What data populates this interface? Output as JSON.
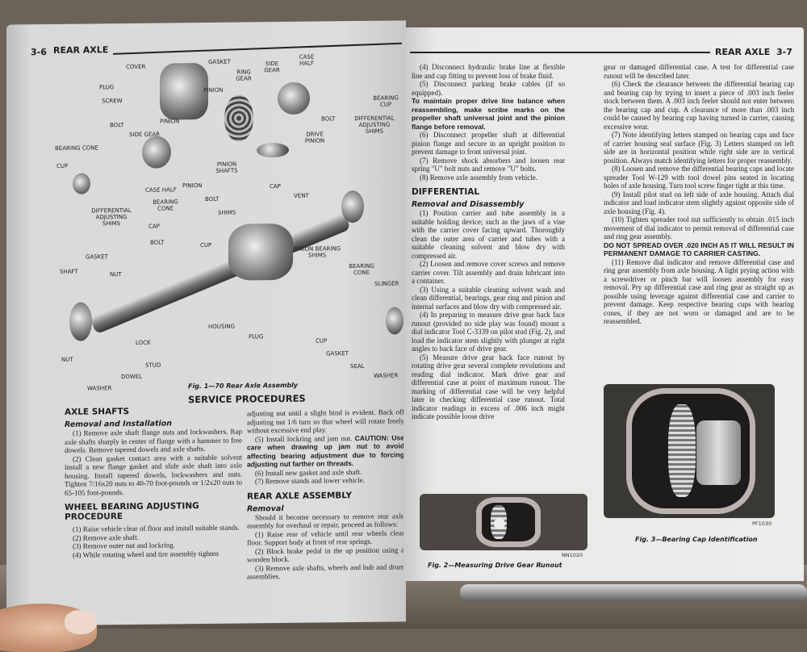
{
  "left_page": {
    "page_number": "3-6",
    "running_head": "REAR AXLE",
    "figure_caption": "Fig. 1—70 Rear Axle Assembly",
    "diagram_labels": [
      "COVER",
      "GASKET",
      "PLUG",
      "SCREW",
      "RING GEAR",
      "SIDE GEAR",
      "CASE HALF",
      "PINION",
      "PINION",
      "BOLT",
      "SIDE GEAR",
      "BEARING CONE",
      "CUP",
      "DRIVE PINION",
      "BOLT",
      "DIFFERENTIAL ADJUSTING SHIMS",
      "PINION SHAFTS",
      "PINION",
      "CASE HALF",
      "DIFFERENTIAL ADJUSTING SHIMS",
      "BEARING CONE",
      "BOLT",
      "CAP",
      "VENT",
      "SHIMS",
      "CAP",
      "BOLT",
      "CUP",
      "GASKET",
      "SHAFT",
      "NUT",
      "PINION BEARING SHIMS",
      "BEARING CONE",
      "SLINGER",
      "HOUSING",
      "PLUG",
      "CUP",
      "LOCK",
      "NUT",
      "STUD",
      "DOWEL",
      "WASHER",
      "GASKET",
      "SEAL",
      "WASHER",
      "BEARING CUP"
    ],
    "section_title": "SERVICE PROCEDURES",
    "col1": {
      "h_axle": "AXLE SHAFTS",
      "h_removal": "Removal and Installation",
      "p1": "(1) Remove axle shaft flange nuts and lockwashers. Rap axle shafts sharply in center of flange with a hammer to free dowels. Remove tapered dowels and axle shafts.",
      "p2": "(2) Clean gasket contact area with a suitable solvent install a new flange gasket and slide axle shaft into axle housing. Install tapered dowels, lockwashers and nuts. Tighten 7/16x20 nuts to 40-70 foot-pounds or 1/2x20 nuts to 65-105 foot-pounds.",
      "h_wheel": "WHEEL BEARING ADJUSTING PROCEDURE",
      "w1": "(1) Raise vehicle clear of floor and install suitable stands.",
      "w2": "(2) Remove axle shaft.",
      "w3": "(3) Remove outer nut and lockring.",
      "w4": "(4) While rotating wheel and tire assembly tighten"
    },
    "col2": {
      "p_cont": "adjusting nut until a slight bind is evident. Back off adjusting nut 1/6 turn so that wheel will rotate freely without excessive end play.",
      "p5": "(5) Install lockring and jam nut.",
      "caution": "CAUTION: Use care when drawing up jam nut to avoid affecting bearing adjustment due to forcing adjusting nut farther on threads.",
      "p6": "(6) Install new gasket and axle shaft.",
      "p7": "(7) Remove stands and lower vehicle.",
      "h_rear": "REAR AXLE ASSEMBLY",
      "h_removal": "Removal",
      "intro": "Should it become necessary to remove rear axle assembly for overhaul or repair, proceed as follows:",
      "r1": "(1) Raise rear of vehicle until rear wheels clear floor. Support body at front of rear springs.",
      "r2": "(2) Block brake pedal in the up position using a wooden block.",
      "r3": "(3) Remove axle shafts, wheels and hub and drum assemblies."
    }
  },
  "right_page": {
    "running_head": "REAR AXLE",
    "page_number": "3-7",
    "col1": {
      "p4": "(4) Disconnect hydraulic brake line at flexible line and cap fitting to prevent loss of brake fluid.",
      "p5": "(5) Disconnect parking brake cables (if so equipped).",
      "bold": "To maintain proper drive line balance when reassembling, make scribe marks on the propeller shaft universal joint and the pinion flange before removal.",
      "p6": "(6) Disconnect propeller shaft at differential pinion flange and secure in an upright position to prevent damage to front universal joint.",
      "p7": "(7) Remove shock absorbers and loosen rear spring \"U\" bolt nuts and remove \"U\" bolts.",
      "p8": "(8) Remove axle assembly from vehicle.",
      "h_diff": "DIFFERENTIAL",
      "h_removal": "Removal and Disassembly",
      "d1": "(1) Position carrier and tube assembly in a suitable holding device; such as the jaws of a vise with the carrier cover facing upward. Thoroughly clean the outer area of carrier and tubes with a suitable cleaning solvent and blow dry with compressed air.",
      "d2": "(2) Loosen and remove cover screws and remove carrier cover. Tilt assembly and drain lubricant into a container.",
      "d3": "(3) Using a suitable cleaning solvent wash and clean differential, bearings, gear ring and pinion and internal surfaces and blow dry with compressed air.",
      "d4": "(4) In preparing to measure drive gear back face runout (provided no side play was found) mount a dial indicator Tool C-3339 on pilot stud (Fig. 2), and load the indicator stem slightly with plunger at right angles to back face of drive gear.",
      "d5": "(5) Measure drive gear back face runout by rotating drive gear several complete revolutions and reading dial indicator. Mark drive gear and differential case at point of maximum runout. The marking of differential case will be very helpful later in checking differential case runout. Total indicator readings in excess of .006 inch might indicate possible loose drive"
    },
    "col2": {
      "cont": "gear or damaged differential case. A test for differential case runout will be described later.",
      "d6": "(6) Check the clearance between the differential bearing cap and bearing cup by trying to insert a piece of .003 inch feeler stock between them. A .003 inch feeler should not enter between the bearing cap and cup. A clearance of more than .003 inch could be caused by bearing cup having turned in carrier, causing excessive wear.",
      "d7": "(7) Note identifying letters stamped on bearing caps and face of carrier housing seal surface (Fig. 3) Letters stamped on left side are in horizontal position while right side are in vertical position. Always match identifying letters for proper reassembly.",
      "d8": "(8) Loosen and remove the differential bearing caps and locate spreader Tool W-129 with tool dowel pins seated in locating holes of axle housing. Turn tool screw finger tight at this time.",
      "d9": "(9) Install pilot stud on left side of axle housing. Attach dial indicator and load indicator stem slightly against opposite side of axle housing (Fig. 4).",
      "d10": "(10) Tighten spreader tool nut sufficiently to obtain .015 inch movement of dial indicator to permit removal of differential case and ring gear assembly.",
      "warning": "DO NOT SPREAD OVER .020 INCH AS IT WILL RESULT IN PERMANENT DAMAGE TO CARRIER CASTING.",
      "d11": "(11) Remove dial indicator and remove differential case and ring gear assembly from axle housing. A light prying action with a screwdriver or pinch bar will loosen assembly for easy removal. Pry up differential case and ring gear as straight up as possible using leverage against differential case and carrier to prevent damage. Keep respective bearing cups with bearing cones, if they are not worn or damaged and are to be reassembled."
    },
    "fig2": {
      "code": "NN1020",
      "caption": "Fig. 2—Measuring Drive Gear Runout"
    },
    "fig3": {
      "code": "PF1030",
      "caption": "Fig. 3—Bearing Cap Identification"
    }
  }
}
